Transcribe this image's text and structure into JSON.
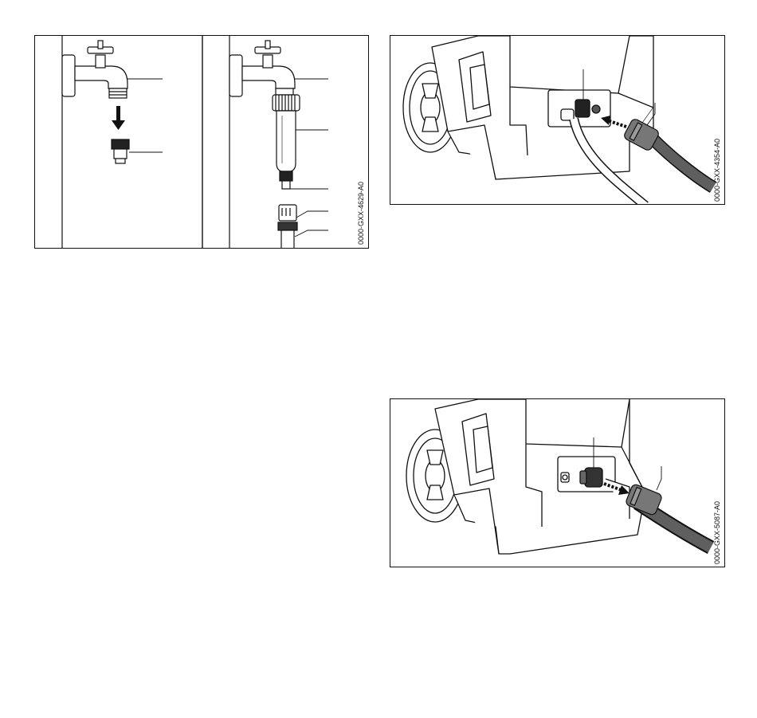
{
  "figures": {
    "left": {
      "code": "0000-GXX-4629-A0"
    },
    "top_right": {
      "code": "0000-GXX-4354-A0"
    },
    "bottom_right": {
      "code": "0000-GXX-5087-A0"
    }
  },
  "colors": {
    "ink": "#111111",
    "hose": "#5f5f5f",
    "paper": "#ffffff"
  }
}
